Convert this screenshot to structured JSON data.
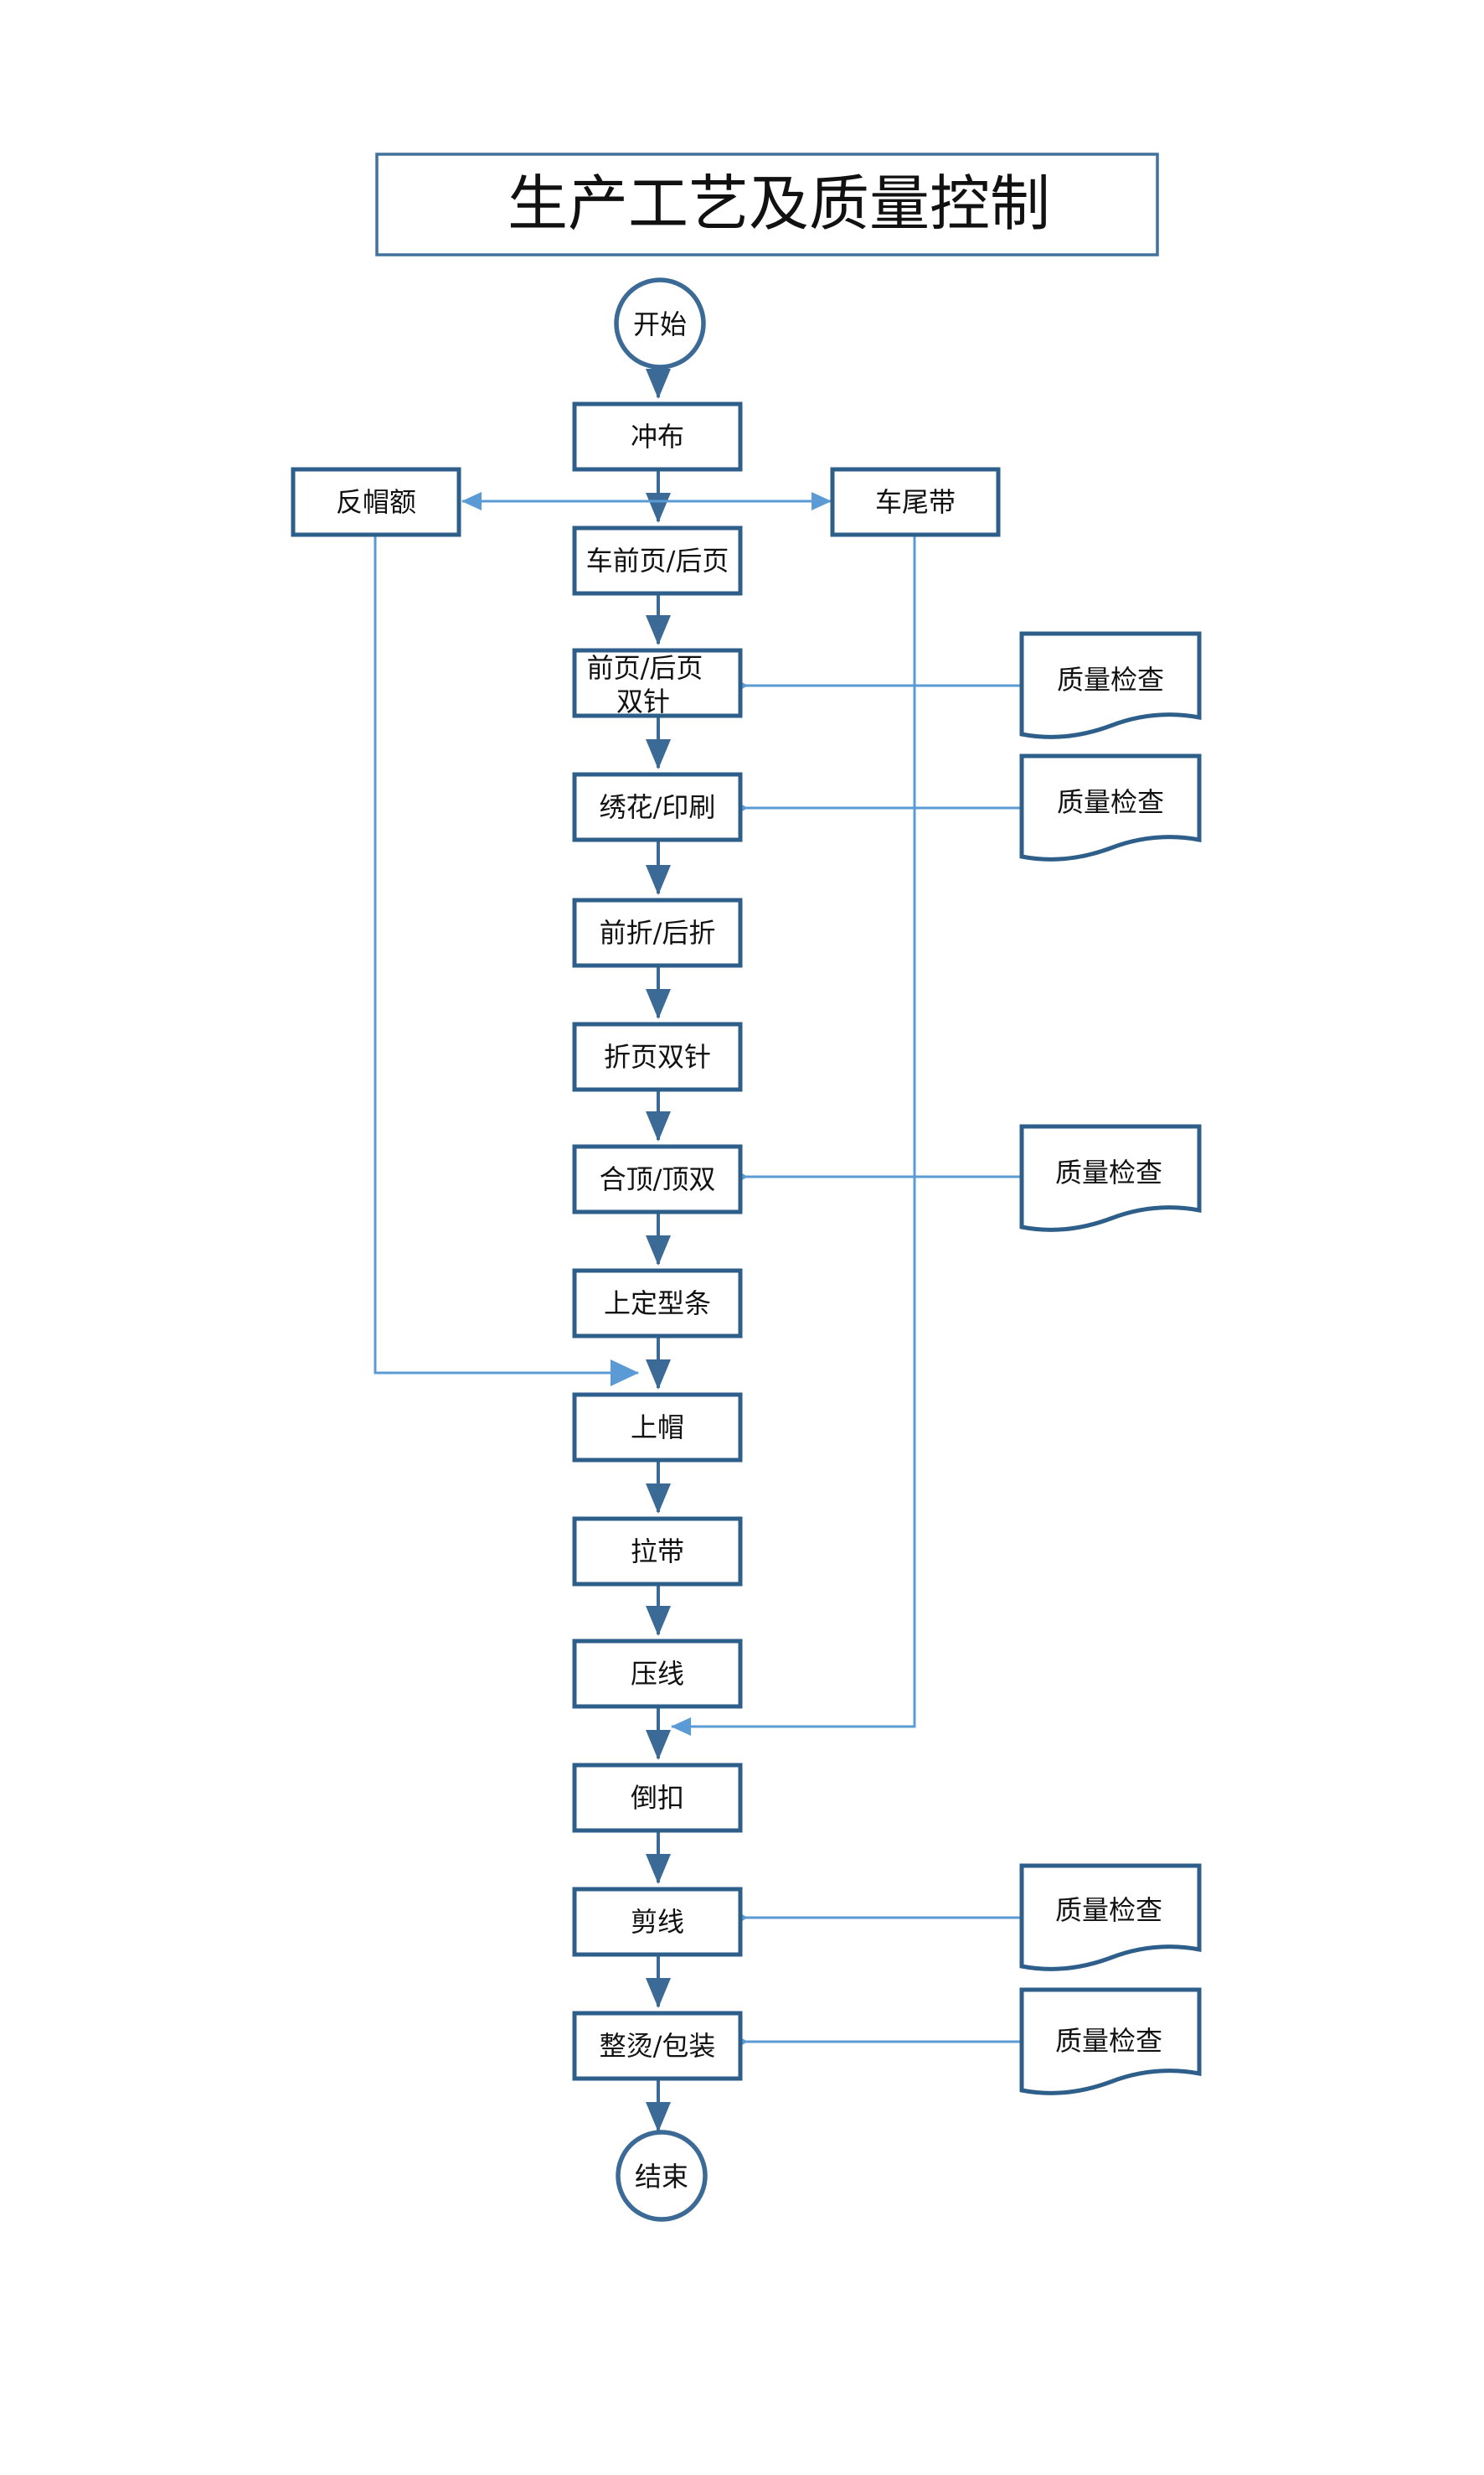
{
  "title": "生产工艺及质量控制",
  "colors": {
    "border": "#2e5f8a",
    "flow_line": "#3a6a95",
    "side_line": "#5b9bd5"
  },
  "terminals": {
    "start": "开始",
    "end": "结束"
  },
  "steps": [
    "冲布",
    "车前页/后页",
    "前页/后页",
    "双针",
    "绣花/印刷",
    "前折/后折",
    "折页双针",
    "合顶/顶双",
    "上定型条",
    "上帽",
    "拉带",
    "压线",
    "倒扣",
    "剪线",
    "整烫/包装"
  ],
  "side_steps": {
    "left": "反帽额",
    "right": "车尾带"
  },
  "quality_checks": [
    "质量检查",
    "质量检查",
    "质量检查",
    "质量检查",
    "质量检查"
  ]
}
